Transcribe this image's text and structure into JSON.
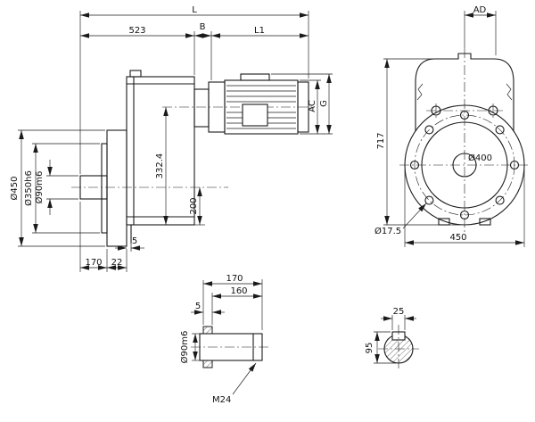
{
  "drawing": {
    "side_view": {
      "dim_L": "L",
      "dim_523": "523",
      "dim_B": "B",
      "dim_L1": "L1",
      "dim_AC": "AC",
      "dim_G": "G",
      "dim_332_4": "332.4",
      "dim_200": "200",
      "dim_flange_od": "Ø450",
      "dim_spigot": "Ø350h6",
      "dim_shaft": "Ø90m6",
      "dim_170": "170",
      "dim_22": "22",
      "dim_5": "5"
    },
    "front_view": {
      "dim_AD": "AD",
      "dim_717": "717",
      "dim_bolt_circle": "Ø400",
      "dim_bolt_hole": "Ø17.5",
      "dim_450": "450"
    },
    "shaft_detail": {
      "dim_170": "170",
      "dim_160": "160",
      "dim_5": "5",
      "dim_shaft": "Ø90m6",
      "thread_label": "M24"
    },
    "key_section": {
      "dim_25": "25",
      "dim_95": "95"
    }
  }
}
